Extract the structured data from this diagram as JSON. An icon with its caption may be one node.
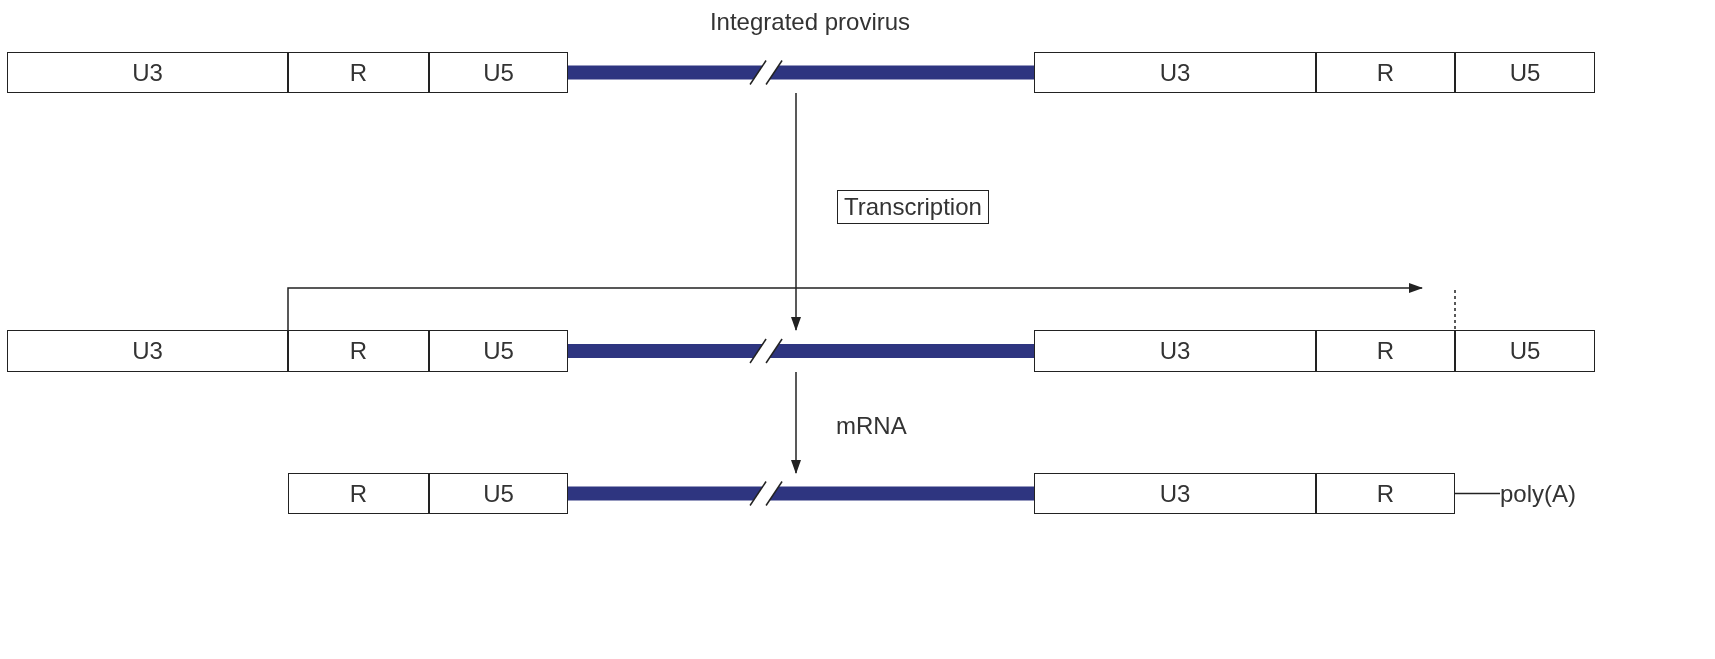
{
  "diagram": {
    "title": "Integrated provirus",
    "nodes": [
      {
        "text": [
          "U3"
        ]
      },
      {
        "text": [
          "R"
        ]
      },
      {
        "text": [
          "U5"
        ]
      },
      {
        "text": [],
        "shape": "bar"
      },
      {
        "text": [
          "U3"
        ]
      },
      {
        "text": [
          "R"
        ]
      },
      {
        "text": [
          "U5"
        ]
      },
      {
        "text": [
          "U3"
        ]
      },
      {
        "text": [
          "R"
        ]
      },
      {
        "text": [
          "U5"
        ]
      },
      {
        "text": [],
        "shape": "bar"
      },
      {
        "text": [
          "U3"
        ]
      },
      {
        "text": [
          "R"
        ]
      },
      {
        "text": [
          "U5"
        ]
      },
      {
        "text": [
          "R"
        ]
      },
      {
        "text": [
          "U5"
        ]
      },
      {
        "text": [],
        "shape": "bar"
      },
      {
        "text": [
          "U3"
        ]
      },
      {
        "text": [
          "R"
        ]
      },
      {
        "text": [
          "poly(A)"
        ]
      }
    ],
    "edges": [
      {
        "from": 3,
        "to": 10,
        "arrow": "to",
        "label": "Transcription"
      },
      {
        "from": 10,
        "to": 16,
        "arrow": "to",
        "label": "mRNA"
      },
      {
        "from": 18,
        "to": 19,
        "arrow": "none"
      },
      {
        "from": 8,
        "to": 12,
        "arrow": "to"
      }
    ]
  }
}
